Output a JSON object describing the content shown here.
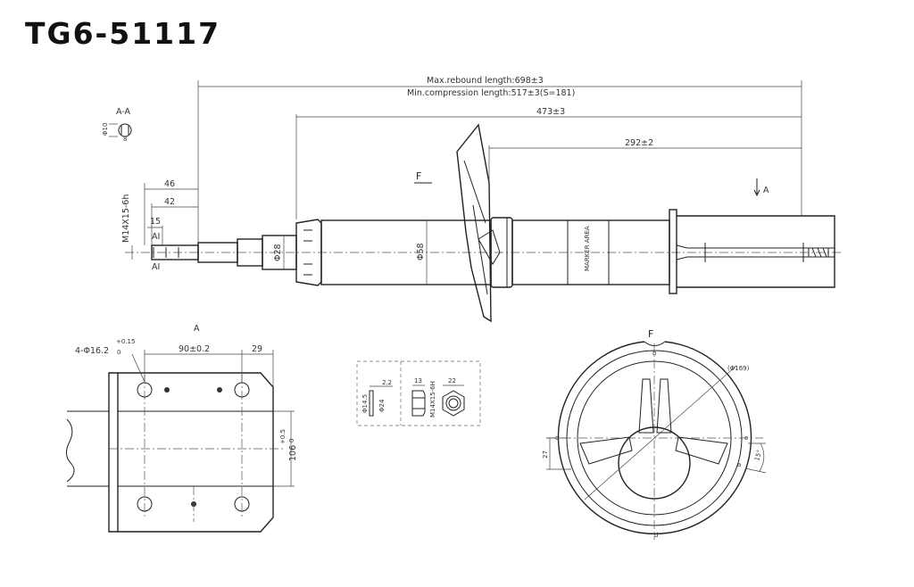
{
  "title": "TG6-51117",
  "dims": {
    "rebound": "Max.rebound length:698±3",
    "compression": "Min.compression length:517±3(S=181)",
    "body_len": "473±3",
    "seat_len": "292±2",
    "d46": "46",
    "d42": "42",
    "d15": "15",
    "thread": "M14X15-6h",
    "dia28": "Φ28",
    "dia58": "Φ58",
    "marker": "MARKER AREA",
    "sec_a": "A",
    "sec_label": "A",
    "sec_ai_top": "AI",
    "sec_ai_bot": "AI",
    "view_f": "F",
    "section_aa": "A-A",
    "dia10": "Φ10",
    "flat8": "8",
    "view_a_label": "A",
    "holes": "4-Φ16.2",
    "holes_tol_up": "+0.15",
    "holes_tol_low": "0",
    "pitch": "90±0.2",
    "d29": "29",
    "d106": "106",
    "d106_tol_up": "+0.5",
    "d106_tol_low": "0",
    "washer_thk": "2.2",
    "washer_id": "Φ14.5",
    "washer_od": "Φ24",
    "nut_h": "13",
    "nut_thread": "M14X15-6H",
    "nut_af": "22",
    "view_f_label": "F",
    "dia169": "(Φ169)",
    "d27": "27",
    "ang15": "15°",
    "mk_b": "b",
    "mk_c": "c",
    "mk_d": "d",
    "mk_e": "e",
    "mk_a": "a"
  }
}
